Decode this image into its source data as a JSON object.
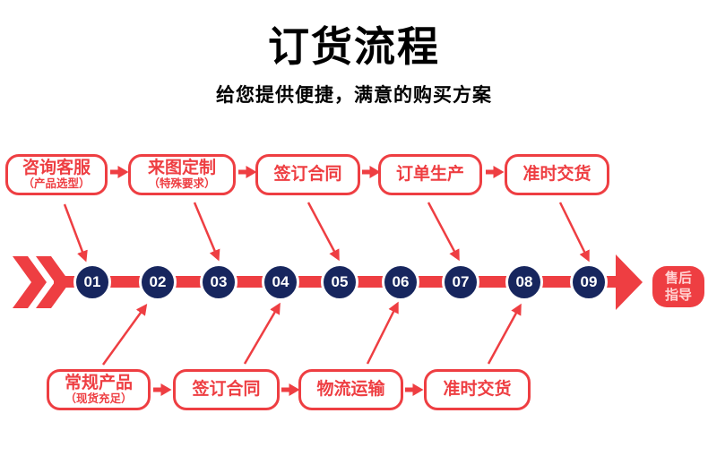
{
  "colors": {
    "accent_red": "#ee3e42",
    "step_navy": "#17265e",
    "badge_text_pink": "#ffd2d2",
    "text_black": "#000000",
    "background": "#ffffff"
  },
  "header": {
    "title": "订货流程",
    "subtitle": "给您提供便捷，满意的购买方案"
  },
  "top_row": {
    "boxes": [
      {
        "main": "咨询客服",
        "sub": "（产品选型）"
      },
      {
        "main": "来图定制",
        "sub": "（特殊要求）"
      },
      {
        "main": "签订合同",
        "sub": ""
      },
      {
        "main": "订单生产",
        "sub": ""
      },
      {
        "main": "准时交货",
        "sub": ""
      }
    ]
  },
  "bottom_row": {
    "boxes": [
      {
        "main": "常规产品",
        "sub": "（现货充足）"
      },
      {
        "main": "签订合同",
        "sub": ""
      },
      {
        "main": "物流运输",
        "sub": ""
      },
      {
        "main": "准时交货",
        "sub": ""
      }
    ]
  },
  "timeline": {
    "steps": [
      {
        "label": "01"
      },
      {
        "label": "02"
      },
      {
        "label": "03"
      },
      {
        "label": "04"
      },
      {
        "label": "05"
      },
      {
        "label": "06"
      },
      {
        "label": "07"
      },
      {
        "label": "08"
      },
      {
        "label": "09"
      }
    ],
    "end_badge": {
      "line1": "售后",
      "line2": "指导"
    }
  }
}
